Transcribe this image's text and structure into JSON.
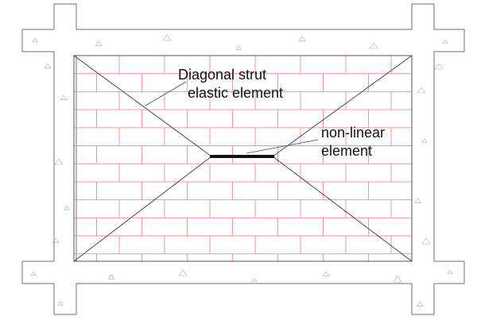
{
  "labels": {
    "strut_line1": "Diagonal strut",
    "strut_line2": "elastic element",
    "nonlinear_line1": "non-linear",
    "nonlinear_line2": "element"
  },
  "colors": {
    "brick": "#f08f8f",
    "frame": "#6f6f6f",
    "strut": "#4a4a4a",
    "nonlinear_element": "#111111"
  }
}
